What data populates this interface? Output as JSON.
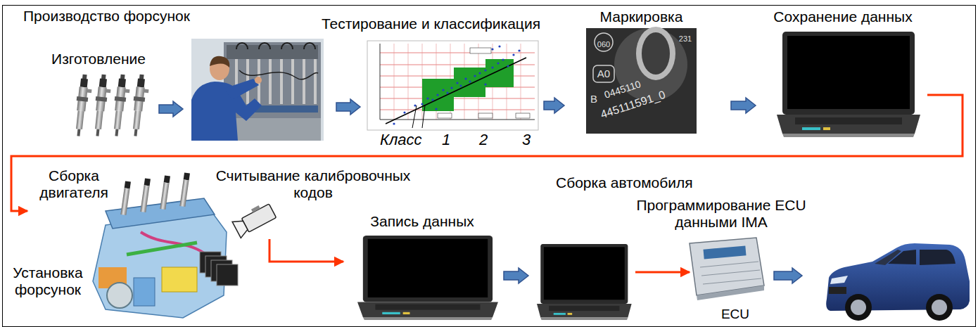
{
  "diagram": {
    "nodes": [
      {
        "text": [
          "Изготовление"
        ]
      },
      {
        "text": [
          "Тестирование и классификация"
        ]
      },
      {
        "text": [
          "Класс",
          "1",
          "2",
          "3"
        ],
        "in": 1
      },
      {
        "text": [
          "Маркировка"
        ]
      },
      {
        "text": [
          "Сохранение данных"
        ]
      },
      {
        "text": [
          "Сборка двигателя"
        ]
      },
      {
        "text": [
          "Считывание калибровочных кодов"
        ]
      },
      {
        "text": [
          "Запись данных"
        ]
      },
      {
        "text": [
          "Сборка автомобиля"
        ]
      },
      {
        "text": [
          "Программирование ECU данными IMA",
          "ECU"
        ],
        "in": 8
      }
    ],
    "edges": [
      {
        "from": 0,
        "to": 1,
        "arrow": "to"
      },
      {
        "from": 2,
        "to": 3,
        "arrow": "to"
      },
      {
        "from": 3,
        "to": 4,
        "arrow": "to"
      },
      {
        "from": 4,
        "to": 5,
        "arrow": "to"
      },
      {
        "from": 6,
        "to": 7,
        "arrow": "to"
      },
      {
        "from": 7,
        "to": 8,
        "arrow": "to"
      }
    ],
    "labels": [
      "Производство форсунок",
      "Установка форсунок",
      "060",
      "231",
      "A0",
      "B",
      "0445110",
      "445111591_0"
    ]
  }
}
